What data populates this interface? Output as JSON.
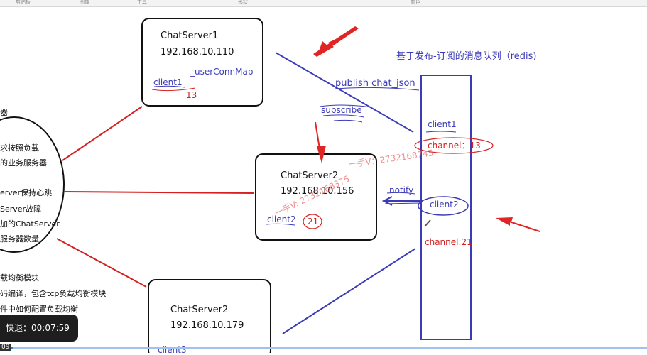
{
  "ribbon": {
    "items": [
      "剪贴板",
      "图像",
      "工具",
      "形状",
      "颜色"
    ]
  },
  "title": "基于发布-订阅的消息队列（redis)",
  "servers": [
    {
      "name": "ChatServer1",
      "ip": "192.168.10.110",
      "client": "client1",
      "conn": "13",
      "map_label": "_userConnMap"
    },
    {
      "name": "ChatServer2",
      "ip": "192.168.10.156",
      "client": "client2",
      "conn": "21"
    },
    {
      "name": "ChatServer2",
      "ip": "192.168.10.179",
      "client": "client3"
    }
  ],
  "arrows": {
    "publish": "publish chat_json",
    "subscribe": "subscribe",
    "notify": "notify"
  },
  "queue": {
    "c1": "client1",
    "ch1": "channel：13",
    "c2": "client2",
    "ch2": "channel:21"
  },
  "left_text": [
    "器",
    "求按照负载",
    "的业务服务器",
    "erver保持心跳",
    "Server故障",
    "加的ChatServer",
    "服务器数量",
    "载均衡模块",
    "码编译，包含tcp负载均衡模块",
    "件中如何配置负载均衡"
  ],
  "watermarks": [
    "一手V：2732168745",
    "一手V: 2732168375"
  ],
  "player": {
    "toast": "快退：00:07:59",
    "time": "09",
    "progress": 0.02
  },
  "colors": {
    "red": "#d42020",
    "blue": "#3b3bb8"
  }
}
